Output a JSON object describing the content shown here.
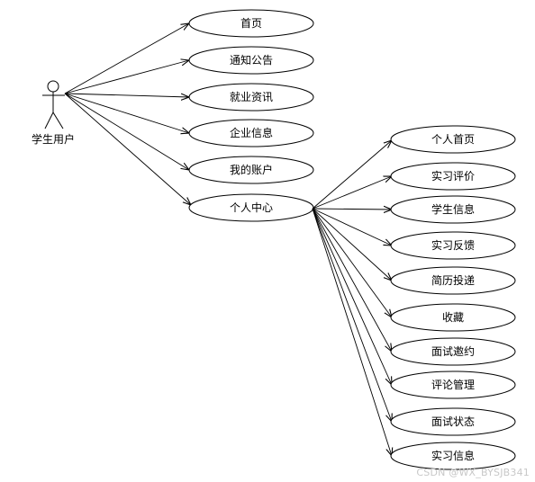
{
  "actor": {
    "label": "学生用户"
  },
  "use_cases": {
    "home": "首页",
    "notices": "通知公告",
    "job_news": "就业资讯",
    "company_info": "企业信息",
    "my_account": "我的账户",
    "personal_center": "个人中心"
  },
  "personal_center_items": {
    "personal_home": "个人首页",
    "internship_review": "实习评价",
    "student_info": "学生信息",
    "internship_feedback": "实习反馈",
    "resume_submission": "简历投递",
    "favorites": "收藏",
    "interview_invitation": "面试邀约",
    "comment_management": "评论管理",
    "interview_status": "面试状态",
    "internship_info": "实习信息"
  },
  "watermark": "CSDN @WX_BYSJB341"
}
